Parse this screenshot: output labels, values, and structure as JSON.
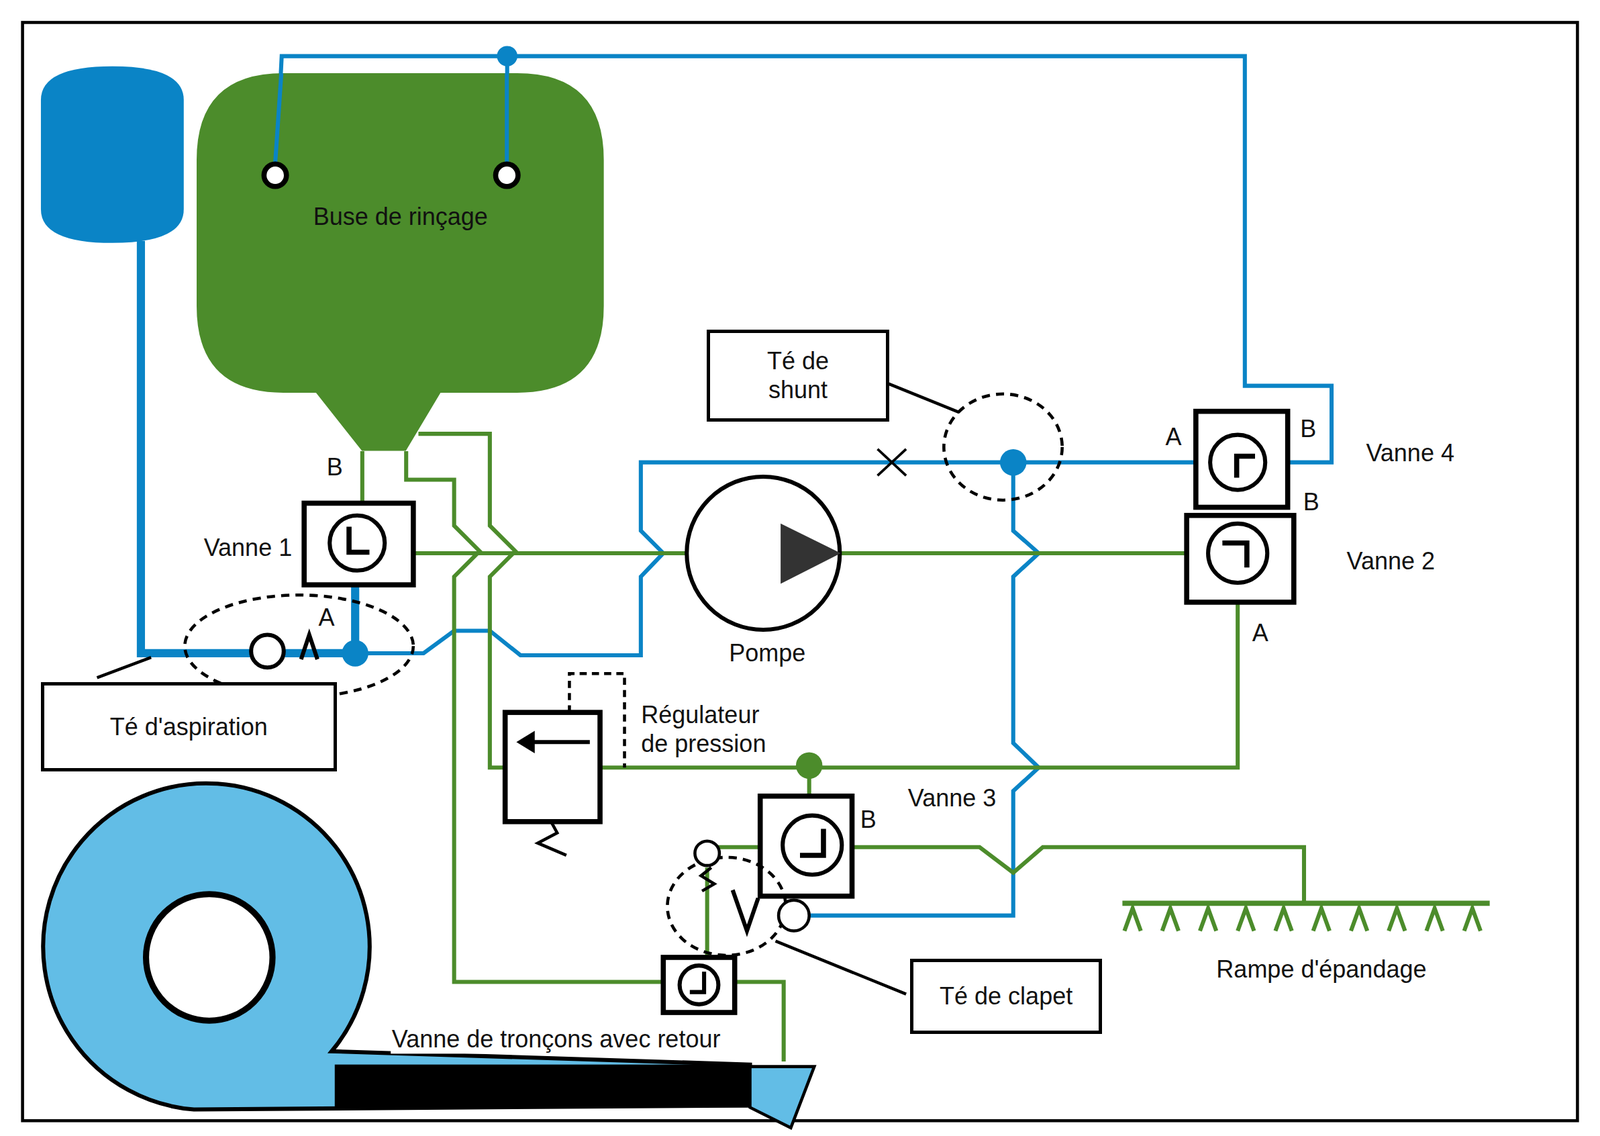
{
  "diagram": {
    "nodes": [
      {
        "text": [
          "Buse de rinçage"
        ]
      },
      {
        "text": [
          "Té de shunt"
        ]
      },
      {
        "text": [
          "Té d'aspiration"
        ]
      },
      {
        "text": [
          "Té de clapet"
        ]
      }
    ],
    "labels": [
      "B",
      "A",
      "Vanne 4",
      "B",
      "B",
      "Vanne 1",
      "Vanne 2",
      "A",
      "A",
      "Pompe",
      "Régulateur de pression",
      "Vanne 3",
      "B",
      "Rampe d'épandage",
      "Vanne de tronçons avec retour"
    ]
  }
}
